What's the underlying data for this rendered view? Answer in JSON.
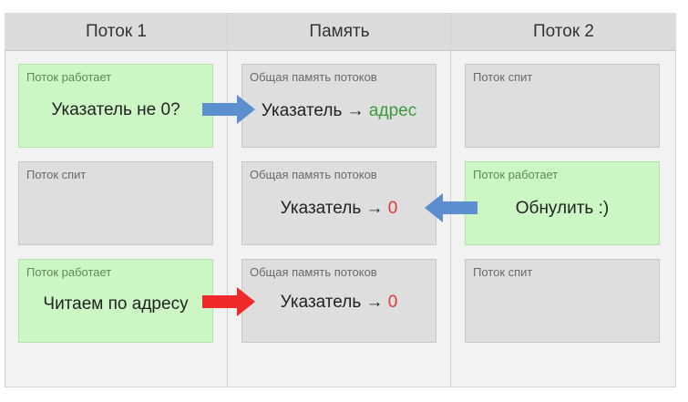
{
  "columns": [
    "Поток 1",
    "Память",
    "Поток 2"
  ],
  "thread1": [
    {
      "state": "Поток работает",
      "text": "Указатель не 0?"
    },
    {
      "state": "Поток спит",
      "text": ""
    },
    {
      "state": "Поток работает",
      "text": "Читаем по адресу"
    }
  ],
  "memory": [
    {
      "state": "Общая память потоков",
      "label": "Указатель",
      "arrow": "→",
      "value": "адрес"
    },
    {
      "state": "Общая память потоков",
      "label": "Указатель",
      "arrow": "→",
      "value": "0"
    },
    {
      "state": "Общая память потоков",
      "label": "Указатель",
      "arrow": "→",
      "value": "0"
    }
  ],
  "thread2": [
    {
      "state": "Поток спит",
      "text": ""
    },
    {
      "state": "Поток работает",
      "text": "Обнулить :)"
    },
    {
      "state": "Поток спит",
      "text": ""
    }
  ],
  "colors": {
    "active_box": "#ccf7c4",
    "sleep_box": "#dedede",
    "blue_arrow": "#5b8fd0",
    "red_arrow": "#ee2a2a",
    "address_text": "#3c9a3c",
    "zero_text": "#e03a3a"
  }
}
